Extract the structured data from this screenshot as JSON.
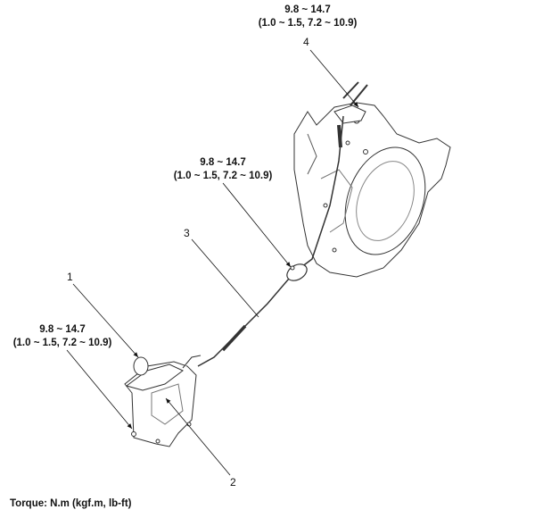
{
  "callouts": [
    {
      "number": "1"
    },
    {
      "number": "2"
    },
    {
      "number": "3"
    },
    {
      "number": "4"
    }
  ],
  "torque_specs": [
    {
      "nm": "9.8 ~ 14.7",
      "alt": "(1.0 ~ 1.5, 7.2 ~ 10.9)"
    },
    {
      "nm": "9.8 ~ 14.7",
      "alt": "(1.0 ~ 1.5, 7.2 ~ 10.9)"
    },
    {
      "nm": "9.8 ~ 14.7",
      "alt": "(1.0 ~ 1.5, 7.2 ~ 10.9)"
    }
  ],
  "footer": "Torque: N.m (kgf.m, lb-ft)"
}
